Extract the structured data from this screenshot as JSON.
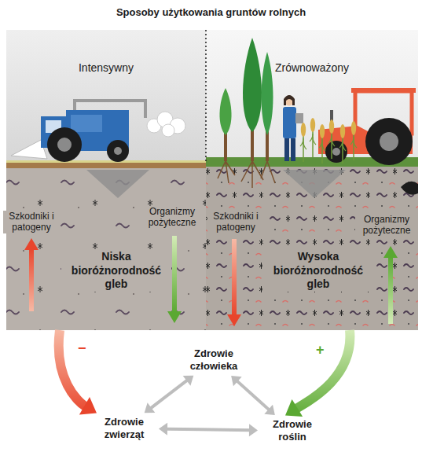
{
  "diagram": {
    "title": "Sposoby użytkowania gruntów rolnych",
    "nodes": [
      {
        "text": [
          "Intensywny"
        ]
      },
      {
        "text": [
          "Zrównoważony"
        ]
      },
      {
        "text": [
          "Zdrowie człowieka"
        ]
      },
      {
        "text": [
          "Zdrowie zwierząt"
        ]
      },
      {
        "text": [
          "Zdrowie roślin"
        ]
      }
    ],
    "edges": [
      {
        "from": 0,
        "to": 3,
        "label": "−",
        "arrow": "to"
      },
      {
        "from": 1,
        "to": 4,
        "label": "+",
        "arrow": "to"
      },
      {
        "from": 2,
        "to": 3,
        "arrow": "both"
      },
      {
        "from": 2,
        "to": 4,
        "arrow": "both"
      },
      {
        "from": 3,
        "to": 4,
        "arrow": "both"
      }
    ],
    "labels": [
      "Szkodniki i patogeny",
      "Niska bioróżnorodność gleb",
      "Organizmy pożyteczne",
      "Szkodniki i patogeny",
      "Wysoka bioróżnorodność gleb",
      "Organizmy pożyteczne"
    ]
  }
}
